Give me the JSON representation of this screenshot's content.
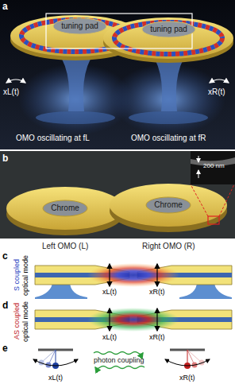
{
  "diagram": {
    "nodes": [
      {
        "text": [
          "tuning pad"
        ]
      },
      {
        "text": [
          "tuning pad"
        ]
      },
      {
        "text": [
          "Chrome"
        ]
      },
      {
        "text": [
          "Chrome"
        ]
      }
    ],
    "labels": [
      "a",
      "xL(t)",
      "xR(t)",
      "OMO oscillating at fL",
      "OMO oscillating at fR",
      "b",
      "200 nm",
      "Left OMO (L)",
      "Right OMO (R)",
      "c",
      "S coupled",
      "optical mode",
      "xL(t)",
      "xR(t)",
      "d",
      "AS coupled",
      "optical mode",
      "xL(t)",
      "xR(t)",
      "e",
      "photon coupling",
      "xL(t)",
      "xR(t)"
    ]
  }
}
